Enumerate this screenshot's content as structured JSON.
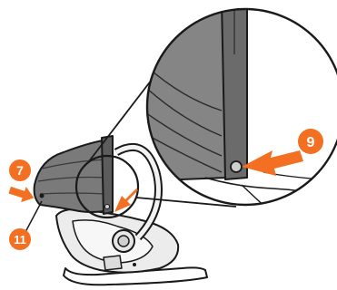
{
  "callouts": [
    {
      "id": "7",
      "label": "7"
    },
    {
      "id": "11",
      "label": "11"
    },
    {
      "id": "9",
      "label": "9"
    }
  ],
  "colors": {
    "accent": "#f36f21",
    "canopy_dark": "#6b6b6b",
    "canopy_mid": "#8a8a8a",
    "line": "#1a1a1a",
    "shell_light": "#ececec"
  },
  "icons": {
    "arrow": "orange-pointer-arrow",
    "pin": "canopy-pivot-button"
  }
}
